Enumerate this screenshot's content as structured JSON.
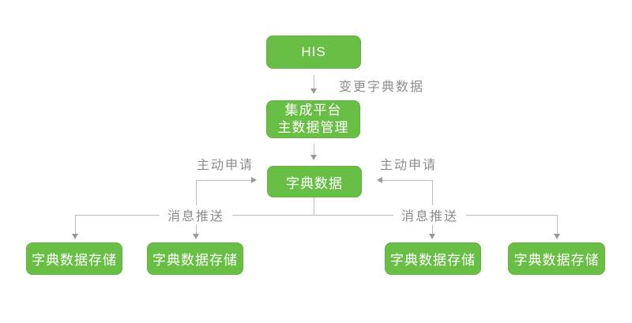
{
  "diagram": {
    "type": "flowchart",
    "colors": {
      "node_fill": "#69be46",
      "node_border": "#61b53e",
      "node_text": "#ffffff",
      "line": "#bcbcbc",
      "arrowhead": "#9a9a9a",
      "label_text": "#8c8c8c",
      "background": "#ffffff"
    },
    "nodes": {
      "his": {
        "label": "HIS"
      },
      "platform": {
        "line1": "集成平台",
        "line2": "主数据管理"
      },
      "dict": {
        "label": "字典数据"
      },
      "store1": {
        "label": "字典数据存储"
      },
      "store2": {
        "label": "字典数据存储"
      },
      "store3": {
        "label": "字典数据存储"
      },
      "store4": {
        "label": "字典数据存储"
      }
    },
    "edge_labels": {
      "change_dict": "变更字典数据",
      "request_left": "主动申请",
      "request_right": "主动申请",
      "push_left": "消息推送",
      "push_right": "消息推送"
    },
    "edges": [
      "HIS -> 集成平台主数据管理 : 变更字典数据",
      "集成平台主数据管理 -> 字典数据",
      "字典数据存储(左) -> 字典数据 : 主动申请",
      "字典数据存储(右) -> 字典数据 : 主动申请",
      "字典数据 -> 字典数据存储×4 : 消息推送"
    ]
  }
}
